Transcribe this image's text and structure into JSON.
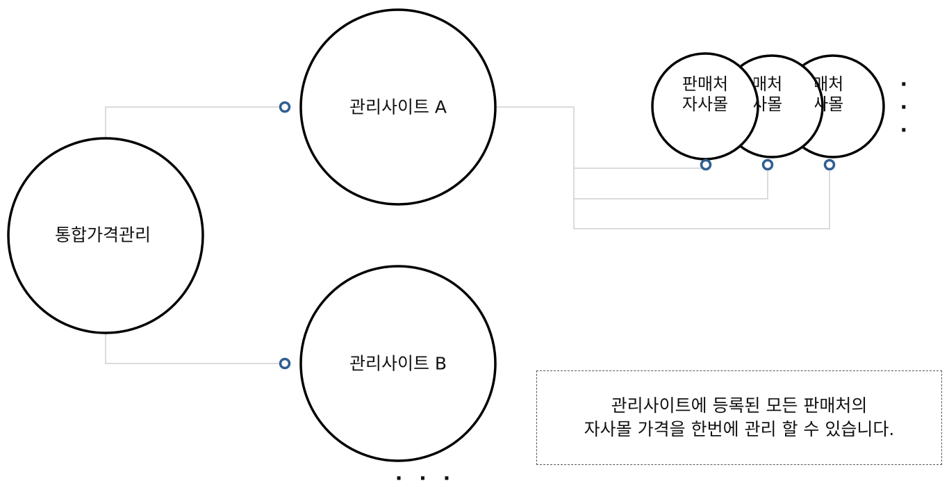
{
  "diagram": {
    "root": {
      "label": "통합가격관리"
    },
    "sites": [
      {
        "label": "관리사이트 A"
      },
      {
        "label": "관리사이트 B"
      }
    ],
    "shops": [
      {
        "line1": "판매처",
        "line2": "자사몰"
      },
      {
        "line1": "판매처",
        "line2": "자사몰"
      },
      {
        "line1": "판매처",
        "line2": "자사몰"
      }
    ],
    "ellipsis_right": "· · ·",
    "ellipsis_bottom": "· · ·",
    "note": {
      "line1": "관리사이트에 등록된 모든 판매처의",
      "line2": "자사몰 가격을 한번에 관리 할 수 있습니다."
    },
    "colors": {
      "node_border": "#000000",
      "connector": "#cfcfcf",
      "port": "#2f5f91",
      "note_border": "#555555"
    }
  }
}
